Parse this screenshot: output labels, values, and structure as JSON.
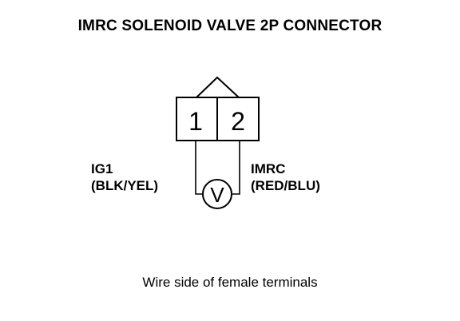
{
  "title": "IMRC SOLENOID VALVE 2P CONNECTOR",
  "connector": {
    "pins": [
      {
        "number": "1"
      },
      {
        "number": "2"
      }
    ]
  },
  "meter": {
    "symbol": "V"
  },
  "wires": {
    "left": {
      "line1": "IG1",
      "line2": "(BLK/YEL)"
    },
    "right": {
      "line1": "IMRC",
      "line2": "(RED/BLU)"
    }
  },
  "caption": "Wire side of female terminals",
  "colors": {
    "ink": "#000000",
    "background": "#ffffff"
  }
}
